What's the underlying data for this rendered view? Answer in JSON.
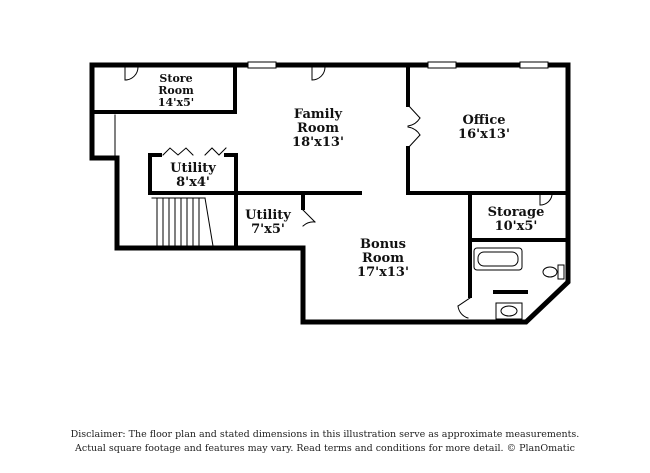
{
  "rooms": {
    "store_room": {
      "name_line1": "Store",
      "name_line2": "Room",
      "dims": "14'x5'"
    },
    "family_room": {
      "name_line1": "Family",
      "name_line2": "Room",
      "dims": "18'x13'"
    },
    "office": {
      "name": "Office",
      "dims": "16'x13'"
    },
    "utility_a": {
      "name": "Utility",
      "dims": "8'x4'"
    },
    "utility_b": {
      "name": "Utility",
      "dims": "7'x5'"
    },
    "storage": {
      "name": "Storage",
      "dims": "10'x5'"
    },
    "bonus_room": {
      "name_line1": "Bonus",
      "name_line2": "Room",
      "dims": "17'x13'"
    }
  },
  "disclaimer": {
    "line1": "Disclaimer: The floor plan and stated dimensions in this illustration serve as approximate measurements.",
    "line2": "Actual square footage and features may vary. Read terms and conditions for more detail. © PlanOmatic"
  }
}
